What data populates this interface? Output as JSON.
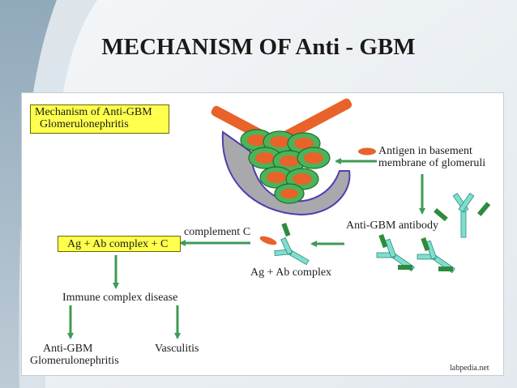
{
  "slide": {
    "title": "MECHANISM OF Anti - GBM"
  },
  "figure": {
    "heading_line1": "Mechanism of Anti-GBM",
    "heading_line2": "Glomerulonephritis",
    "antigen_label_line1": "Antigen in basement",
    "antigen_label_line2": "membrane of glomeruli",
    "antibody_label": "Anti-GBM antibody",
    "complement_label": "complement C",
    "complex_box": "Ag + Ab complex + C",
    "agab_label": "Ag + Ab complex",
    "immune_disease": "Immune complex disease",
    "outcome1_line1": "Anti-GBM",
    "outcome1_line2": "Glomerulonephritis",
    "outcome2": "Vasculitis",
    "watermark": "labpedia.net"
  },
  "colors": {
    "arrow_green": "#3d9b54",
    "antibody_cyan": "#7fdfcf",
    "antibody_green": "#2e8b3e",
    "antigen_orange": "#e8622a",
    "capsule_gray": "#a9a9ad",
    "capsule_border": "#4d3fb0",
    "cell_green": "#4bb35a",
    "highlight_yellow": "#ffff4d"
  }
}
